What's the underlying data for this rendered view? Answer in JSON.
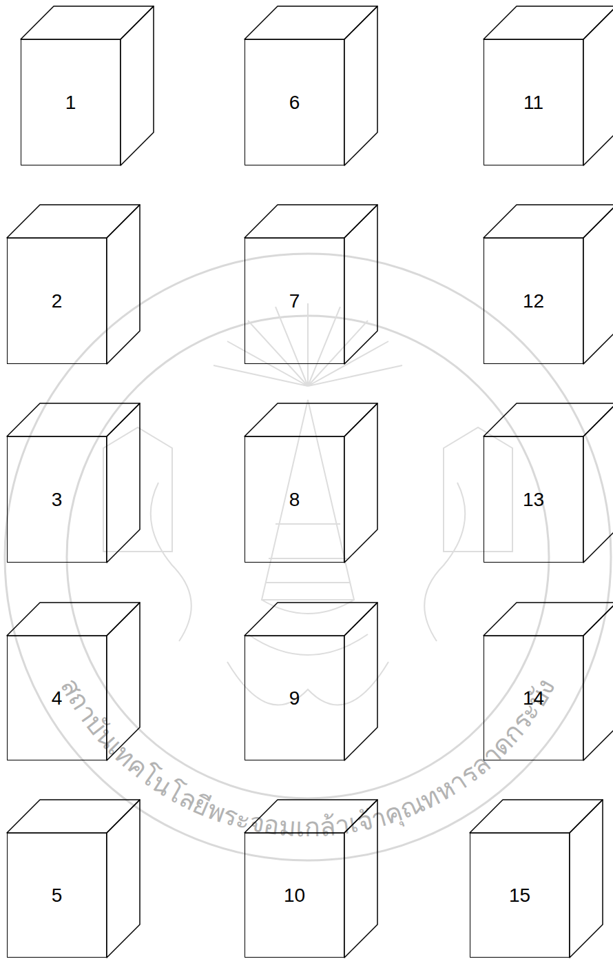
{
  "diagram": {
    "nodes": [
      {
        "text": [
          "1"
        ]
      },
      {
        "text": [
          "2"
        ]
      },
      {
        "text": [
          "3"
        ]
      },
      {
        "text": [
          "4"
        ]
      },
      {
        "text": [
          "5"
        ]
      },
      {
        "text": [
          "6"
        ]
      },
      {
        "text": [
          "7"
        ]
      },
      {
        "text": [
          "8"
        ]
      },
      {
        "text": [
          "9"
        ]
      },
      {
        "text": [
          "10"
        ]
      },
      {
        "text": [
          "11"
        ]
      },
      {
        "text": [
          "12"
        ]
      },
      {
        "text": [
          "13"
        ]
      },
      {
        "text": [
          "14"
        ]
      },
      {
        "text": [
          "15"
        ]
      }
    ],
    "labels": [
      "สถาบันเทคโนโลยีพระจอมเกล้าเจ้าคุณทหารลาดกระบัง"
    ]
  }
}
